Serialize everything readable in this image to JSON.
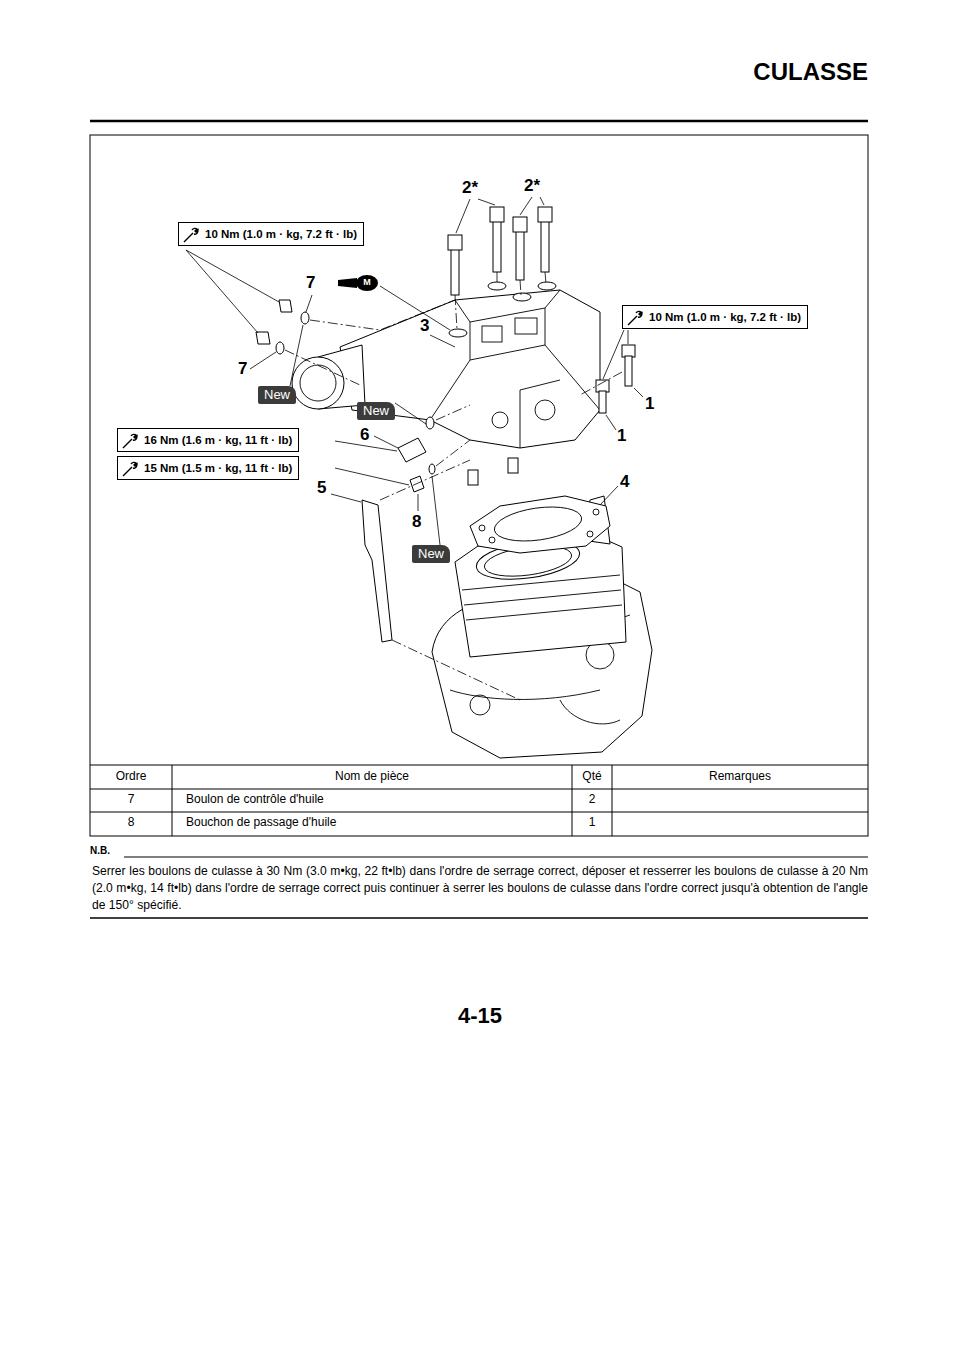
{
  "diagram": {
    "title": "CULASSE",
    "nodes": [
      {
        "text": [
          "10 Nm (1.0 m · kg, 7.2 ft · lb)"
        ]
      },
      {
        "text": [
          "10 Nm (1.0 m · kg, 7.2 ft · lb)"
        ]
      },
      {
        "text": [
          "New"
        ]
      },
      {
        "text": [
          "New"
        ]
      },
      {
        "text": [
          "16 Nm (1.6 m · kg, 11 ft · lb)"
        ]
      },
      {
        "text": [
          "15 Nm (1.5 m · kg, 11 ft · lb)"
        ]
      },
      {
        "text": [
          "New"
        ]
      }
    ],
    "labels": [
      "2*",
      "2*",
      "7",
      "M",
      "3",
      "7",
      "1",
      "1",
      "6",
      "4",
      "5",
      "8",
      "Ordre",
      "Nom de pièce",
      "Qté",
      "Remarques",
      "7",
      "Boulon de contrôle d'huile",
      "2",
      "8",
      "Bouchon de passage d'huile",
      "1",
      "N.B.",
      "Serrer les boulons de culasse à 30 Nm (3.0 m•kg, 22 ft•lb) dans l'ordre de serrage correct, déposer et resserrer les boulons de culasse à 20 Nm (2.0 m•kg, 14 ft•lb) dans l'ordre de serrage correct puis continuer à serrer les boulons de culasse dans l'ordre correct jusqu'à obtention de l'angle de 150° spécifié.",
      "4-15"
    ]
  }
}
